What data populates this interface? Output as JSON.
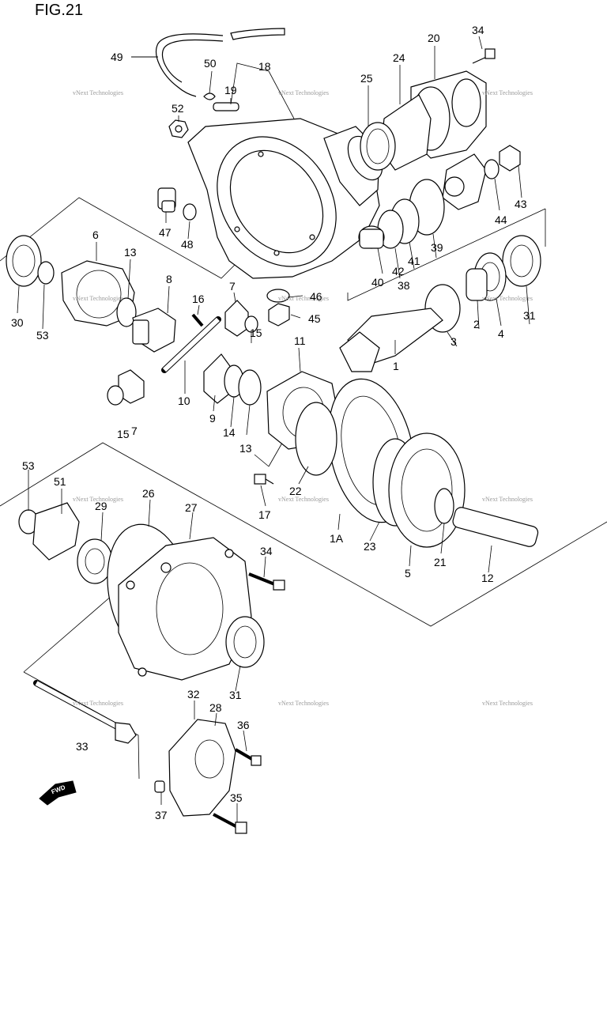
{
  "figure": {
    "title": "FIG.21"
  },
  "watermark": {
    "text": "vNext Technologies"
  },
  "fwd_label": "FWD",
  "callouts": [
    "49",
    "50",
    "18",
    "19",
    "52",
    "25",
    "24",
    "20",
    "34",
    "43",
    "44",
    "47",
    "48",
    "6",
    "30",
    "53",
    "13",
    "8",
    "7",
    "16",
    "46",
    "45",
    "15",
    "39",
    "41",
    "42",
    "40",
    "38",
    "2",
    "3",
    "4",
    "31",
    "1",
    "10",
    "9",
    "14",
    "11",
    "22",
    "17",
    "1A",
    "23",
    "5",
    "21",
    "12",
    "51",
    "29",
    "26",
    "27",
    "33",
    "32",
    "28",
    "36",
    "35",
    "37"
  ]
}
